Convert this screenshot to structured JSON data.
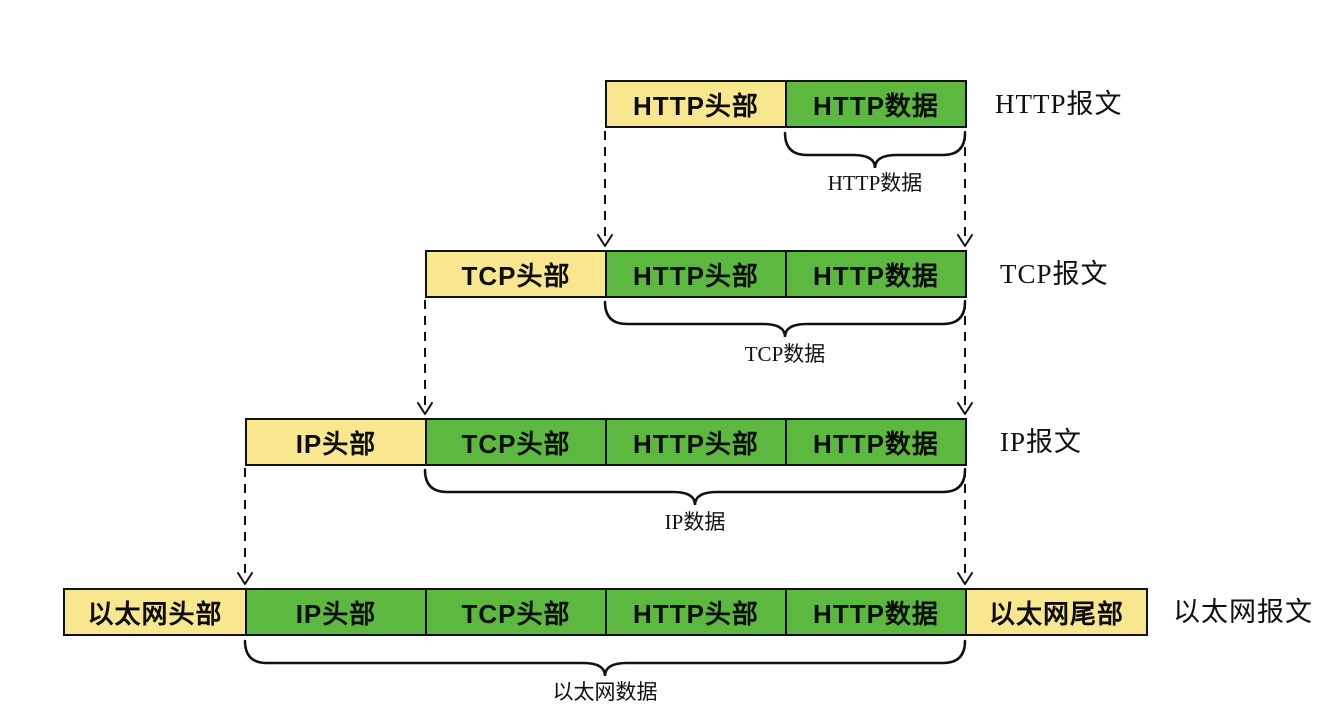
{
  "diagram_title": "HTTP / TCP / IP / Ethernet encapsulation diagram",
  "colors": {
    "header_fill": "#f8e78e",
    "data_fill": "#5cb83e",
    "line_color": "#111111"
  },
  "rows": [
    {
      "row_label": "HTTP报文",
      "brace_label": "HTTP数据",
      "segments": [
        {
          "label": "HTTP头部",
          "type": "header"
        },
        {
          "label": "HTTP数据",
          "type": "data"
        }
      ]
    },
    {
      "row_label": "TCP报文",
      "brace_label": "TCP数据",
      "segments": [
        {
          "label": "TCP头部",
          "type": "header"
        },
        {
          "label": "HTTP头部",
          "type": "data"
        },
        {
          "label": "HTTP数据",
          "type": "data"
        }
      ]
    },
    {
      "row_label": "IP报文",
      "brace_label": "IP数据",
      "segments": [
        {
          "label": "IP头部",
          "type": "header"
        },
        {
          "label": "TCP头部",
          "type": "data"
        },
        {
          "label": "HTTP头部",
          "type": "data"
        },
        {
          "label": "HTTP数据",
          "type": "data"
        }
      ]
    },
    {
      "row_label": "以太网报文",
      "brace_label": "以太网数据",
      "segments": [
        {
          "label": "以太网头部",
          "type": "header"
        },
        {
          "label": "IP头部",
          "type": "data"
        },
        {
          "label": "TCP头部",
          "type": "data"
        },
        {
          "label": "HTTP头部",
          "type": "data"
        },
        {
          "label": "HTTP数据",
          "type": "data"
        },
        {
          "label": "以太网尾部",
          "type": "header"
        }
      ]
    }
  ]
}
